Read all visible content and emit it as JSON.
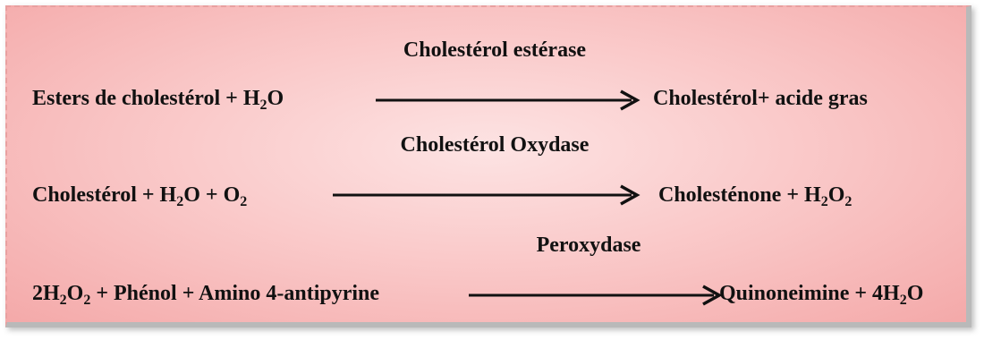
{
  "reactions": [
    {
      "enzyme": "Cholestérol estérase",
      "reactants": [
        {
          "text": "Esters de cholestérol + H"
        },
        {
          "sub": "2"
        },
        {
          "text": "O"
        }
      ],
      "products": [
        {
          "text": "Cholestérol+ acide gras"
        }
      ]
    },
    {
      "enzyme": "Cholestérol Oxydase",
      "reactants": [
        {
          "text": "Cholestérol + H"
        },
        {
          "sub": "2"
        },
        {
          "text": "O + O"
        },
        {
          "sub": "2"
        }
      ],
      "products": [
        {
          "text": "Cholesténone  + H"
        },
        {
          "sub": "2"
        },
        {
          "text": "O"
        },
        {
          "sub": "2"
        }
      ]
    },
    {
      "enzyme": "Peroxydase",
      "reactants": [
        {
          "text": "2H"
        },
        {
          "sub": "2"
        },
        {
          "text": "O"
        },
        {
          "sub": "2"
        },
        {
          "text": " + Phénol + Amino 4-antipyrine"
        }
      ],
      "products": [
        {
          "text": "Quinoneimine + 4H"
        },
        {
          "sub": "2"
        },
        {
          "text": "O"
        }
      ]
    }
  ]
}
